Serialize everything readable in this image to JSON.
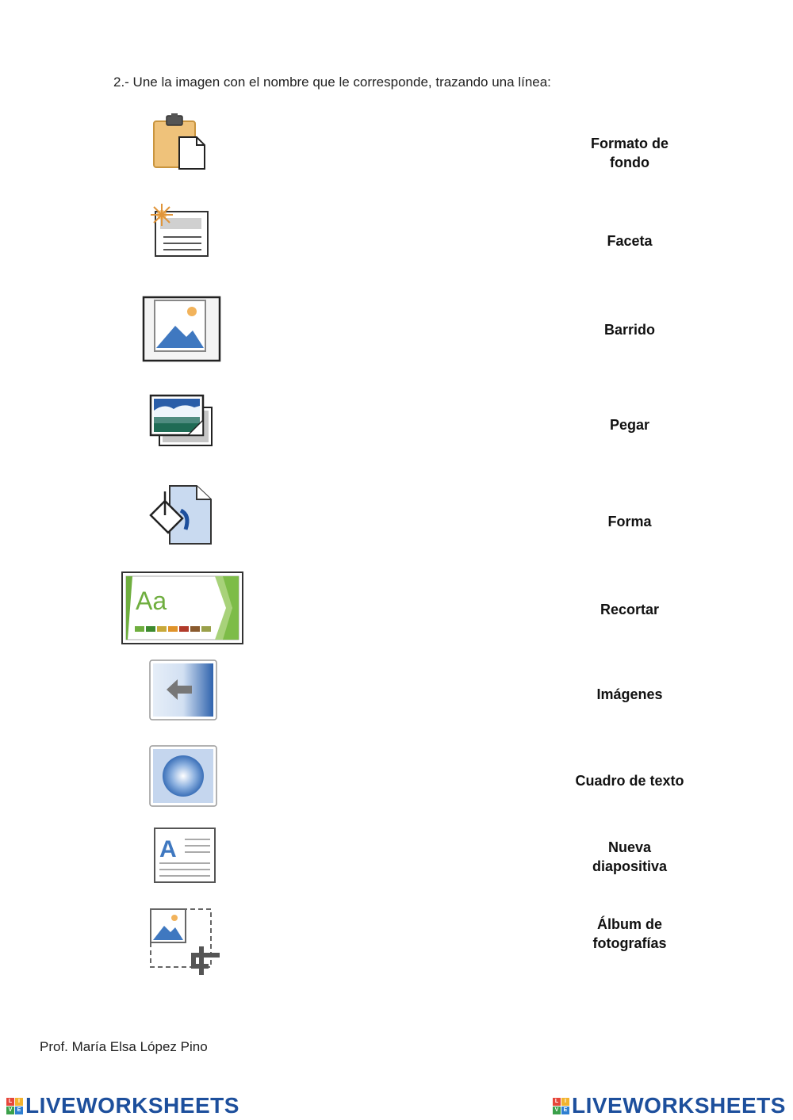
{
  "instruction": "2.- Une la imagen con el nombre que le corresponde, trazando una línea:",
  "icons": [
    "paste-icon",
    "new-slide-icon",
    "images-icon",
    "photo-album-icon",
    "format-background-icon",
    "facet-theme-icon",
    "wipe-transition-icon",
    "shape-transition-icon",
    "text-box-icon",
    "crop-icon"
  ],
  "labels": [
    "Formato de fondo",
    "Faceta",
    "Barrido",
    "Pegar",
    "Forma",
    "Recortar",
    "Imágenes",
    "Cuadro de texto",
    "Nueva diapositiva",
    "Álbum de fotografías"
  ],
  "author": "Prof. María Elsa López Pino",
  "brand": {
    "name": "LIVEWORKSHEETS",
    "color": "#1d4f9c"
  }
}
